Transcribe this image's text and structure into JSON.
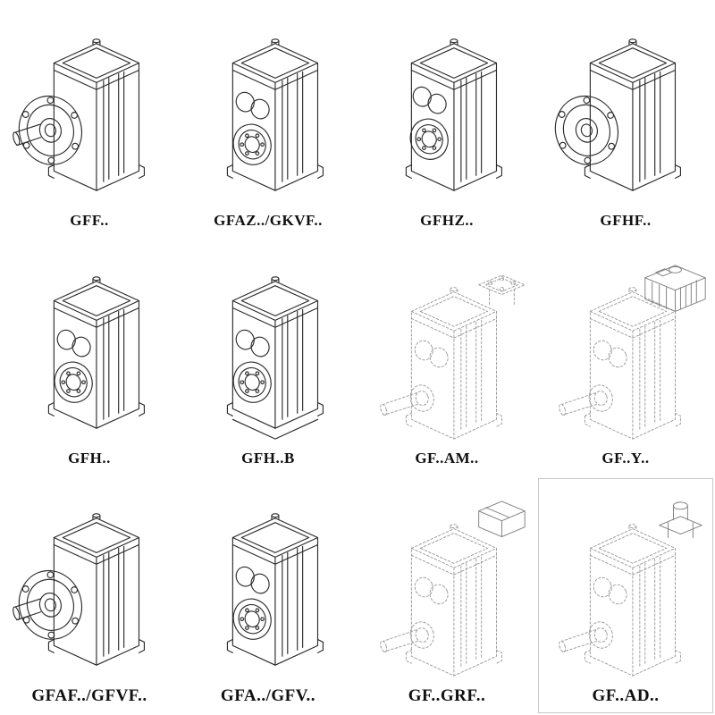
{
  "page": {
    "background": "#ffffff",
    "line_color": "#2b2b2b",
    "dashed_line_color": "#9a9a9a"
  },
  "cells": [
    {
      "label": "GFF..",
      "drawing": "helical-gearbox-output-flange-solid-shaft-icon"
    },
    {
      "label": "GFAZ../GKVF..",
      "drawing": "helical-gearbox-hollow-bore-face-icon"
    },
    {
      "label": "GFHZ..",
      "drawing": "helical-gearbox-hollow-bore-face-icon"
    },
    {
      "label": "GFHF..",
      "drawing": "helical-gearbox-flange-hollow-shaft-icon"
    },
    {
      "label": "GFH..",
      "drawing": "helical-gearbox-hollow-bore-bearing-icon"
    },
    {
      "label": "GFH..B",
      "drawing": "helical-gearbox-hollow-bore-bearing-icon"
    },
    {
      "label": "GF..AM..",
      "drawing": "dashed-gearbox-iec-adapter-flange-icon"
    },
    {
      "label": "GF..Y..",
      "drawing": "dashed-gearbox-with-motor-icon"
    },
    {
      "label": "GFAF../GFVF..",
      "drawing": "helical-gearbox-output-flange-solid-shaft-icon"
    },
    {
      "label": "GFA../GFV..",
      "drawing": "helical-gearbox-hollow-bore-face-icon"
    },
    {
      "label": "GF..GRF..",
      "drawing": "dashed-gearbox-cover-box-icon"
    },
    {
      "label": "GF..AD..",
      "drawing": "dashed-gearbox-input-shaft-adapter-icon"
    }
  ]
}
